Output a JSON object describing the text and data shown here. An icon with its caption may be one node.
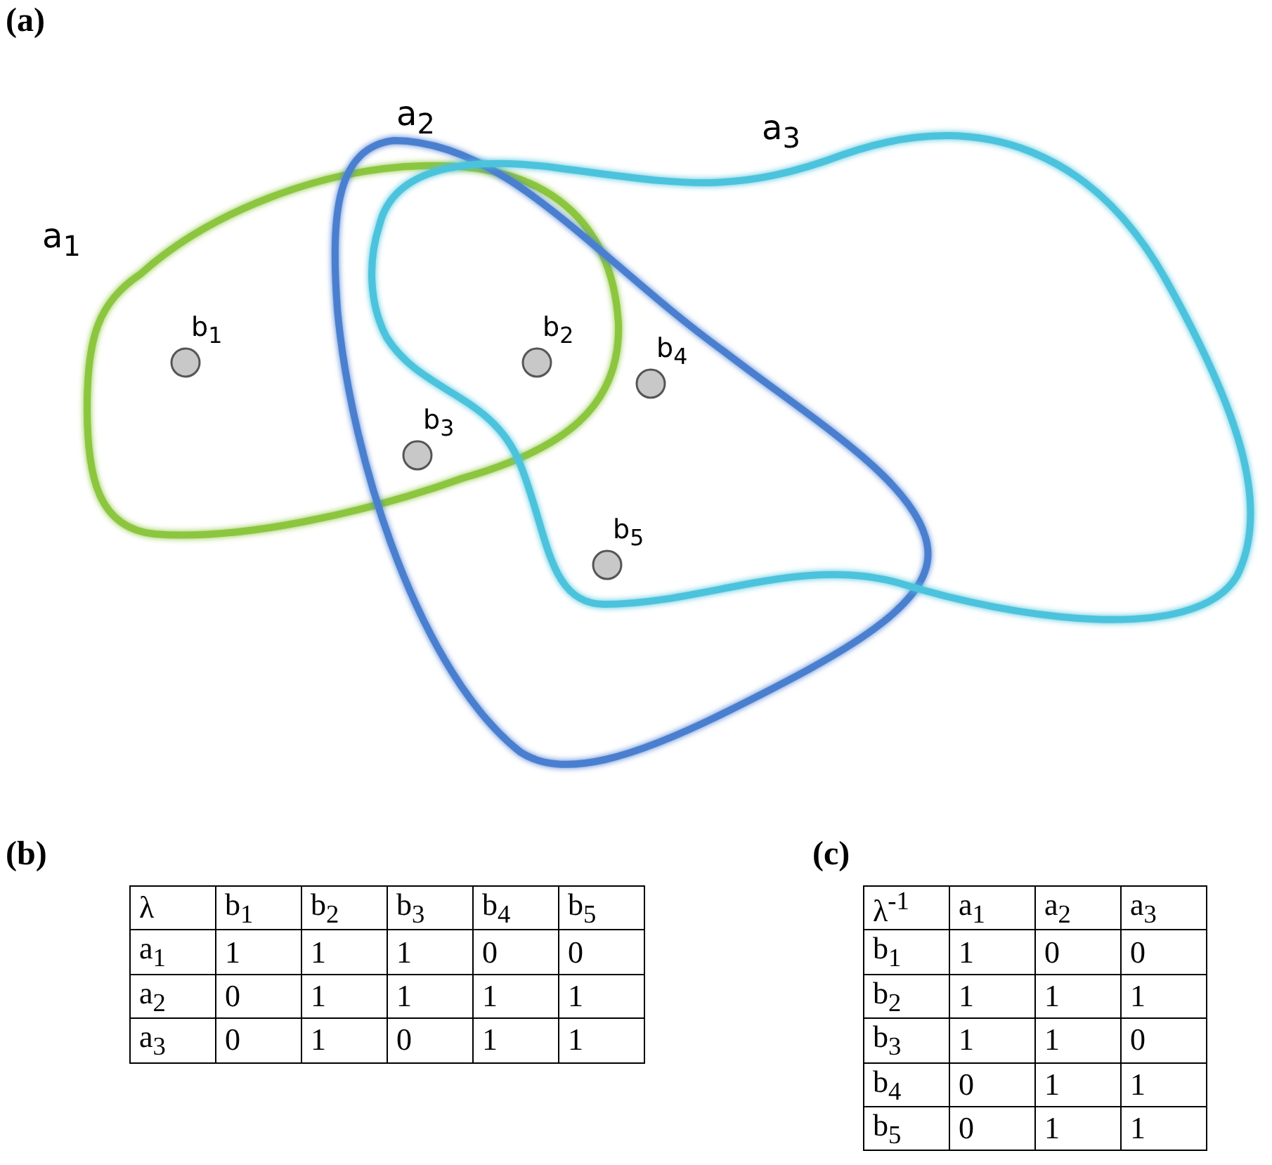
{
  "diagram": {
    "nodes": [
      {
        "text": [
          "a$_{1}$"
        ]
      },
      {
        "text": [
          "a$_{2}$"
        ]
      },
      {
        "text": [
          "a$_{3}$"
        ]
      },
      {
        "text": [],
        "shape": "circle",
        "beside": [
          "b$_{1}$"
        ],
        "in": 0
      },
      {
        "text": [],
        "shape": "circle",
        "beside": [
          "b$_{2}$"
        ]
      },
      {
        "text": [],
        "shape": "circle",
        "beside": [
          "b$_{3}$"
        ]
      },
      {
        "text": [],
        "shape": "circle",
        "beside": [
          "b$_{4}$"
        ]
      },
      {
        "text": [],
        "shape": "circle",
        "beside": [
          "b$_{5}$"
        ]
      }
    ],
    "edges": [],
    "labels": [
      "(a)",
      "(b)",
      "λ",
      "b$_{1}$",
      "b$_{2}$",
      "b$_{3}$",
      "b$_{4}$",
      "b$_{5}$",
      "a$_{1}$",
      "1",
      "1",
      "1",
      "0",
      "0",
      "a$_{2}$",
      "0",
      "1",
      "1",
      "1",
      "1",
      "a$_{3}$",
      "0",
      "1",
      "0",
      "1",
      "1",
      "(c)",
      "λ$^{-1}$",
      "a$_{1}$",
      "a$_{2}$",
      "a$_{3}$",
      "b$_{1}$",
      "1",
      "0",
      "0",
      "b$_{2}$",
      "1",
      "1",
      "1",
      "b$_{3}$",
      "1",
      "1",
      "0",
      "b$_{4}$",
      "0",
      "1",
      "1",
      "b$_{5}$",
      "0",
      "1",
      "1"
    ]
  }
}
